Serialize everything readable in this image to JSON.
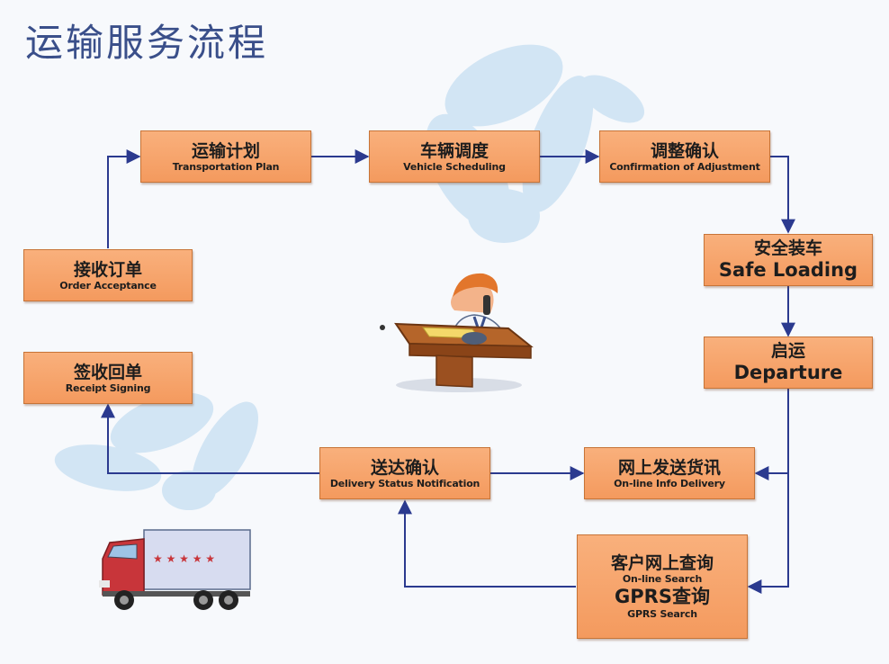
{
  "title": "运输服务流程",
  "colors": {
    "arrow": "#2b3a8f",
    "box_fill": "#f6a46d",
    "title": "#3a4f8a"
  },
  "steps": {
    "transport_plan": {
      "zh": "运输计划",
      "en": "Transportation Plan"
    },
    "vehicle_scheduling": {
      "zh": "车辆调度",
      "en": "Vehicle Scheduling"
    },
    "confirm_adjust": {
      "zh": "调整确认",
      "en": "Confirmation of Adjustment"
    },
    "safe_loading": {
      "zh": "安全装车",
      "en": "Safe Loading"
    },
    "departure": {
      "zh": "启运",
      "en": "Departure"
    },
    "online_info": {
      "zh": "网上发送货讯",
      "en": "On-line Info Delivery"
    },
    "online_search": {
      "zh": "客户网上查询",
      "en": "On-line Search",
      "zh2": "GPRS查询",
      "en2": "GPRS Search"
    },
    "delivery_notice": {
      "zh": "送达确认",
      "en": "Delivery Status Notification"
    },
    "receipt": {
      "zh": "签收回单",
      "en": "Receipt Signing"
    },
    "order": {
      "zh": "接收订单",
      "en": "Order Acceptance"
    }
  },
  "illustrations": [
    "operator-at-desk",
    "delivery-truck"
  ]
}
